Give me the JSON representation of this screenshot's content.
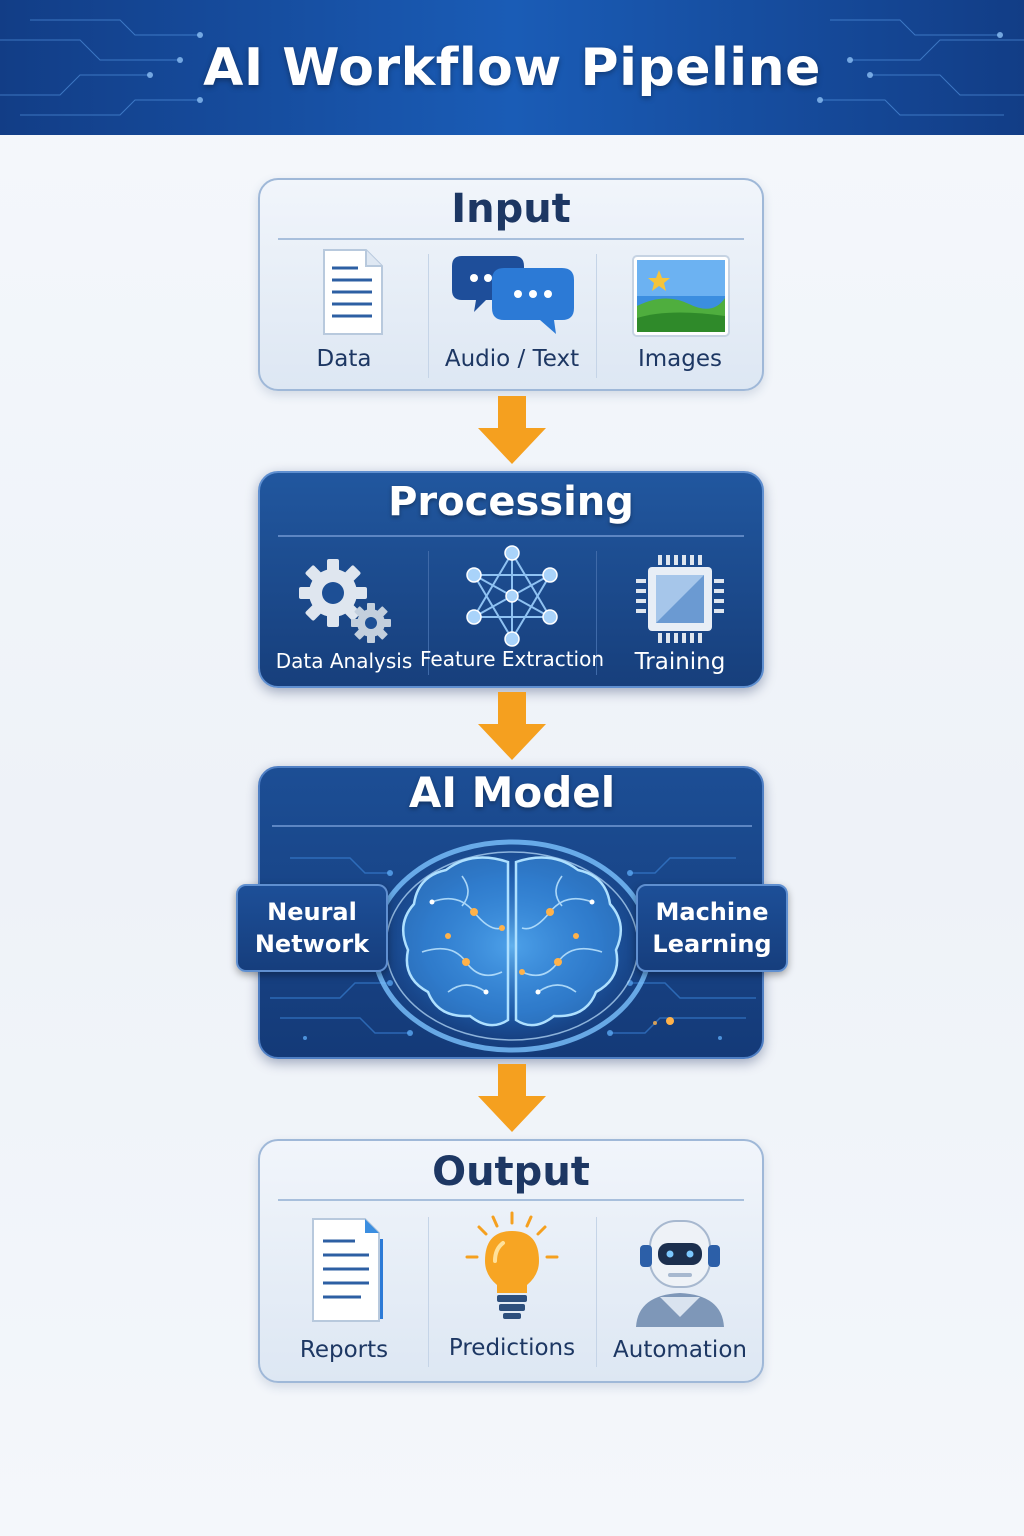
{
  "header": {
    "title": "AI Workflow Pipeline"
  },
  "input": {
    "title": "Input",
    "items": [
      {
        "label": "Data",
        "icon": "document-icon"
      },
      {
        "label": "Audio / Text",
        "icon": "chat-bubbles-icon"
      },
      {
        "label": "Images",
        "icon": "image-icon"
      }
    ]
  },
  "processing": {
    "title": "Processing",
    "items": [
      {
        "label": "Data Analysis",
        "icon": "gears-icon"
      },
      {
        "label": "Feature Extraction",
        "icon": "network-graph-icon"
      },
      {
        "label": "Training",
        "icon": "chip-icon"
      }
    ]
  },
  "ai_model": {
    "title": "AI Model",
    "left_tab": {
      "line1": "Neural",
      "line2": "Network"
    },
    "right_tab": {
      "line1": "Machine",
      "line2": "Learning"
    },
    "icon": "brain-icon"
  },
  "output": {
    "title": "Output",
    "items": [
      {
        "label": "Reports",
        "icon": "report-icon"
      },
      {
        "label": "Predictions",
        "icon": "lightbulb-icon"
      },
      {
        "label": "Automation",
        "icon": "robot-icon"
      }
    ]
  },
  "colors": {
    "header": "#1a5cb6",
    "dark_card": "#1c4e95",
    "light_card": "#e6edf6",
    "arrow": "#f5a01f",
    "title_dark_text": "#1d3763"
  }
}
